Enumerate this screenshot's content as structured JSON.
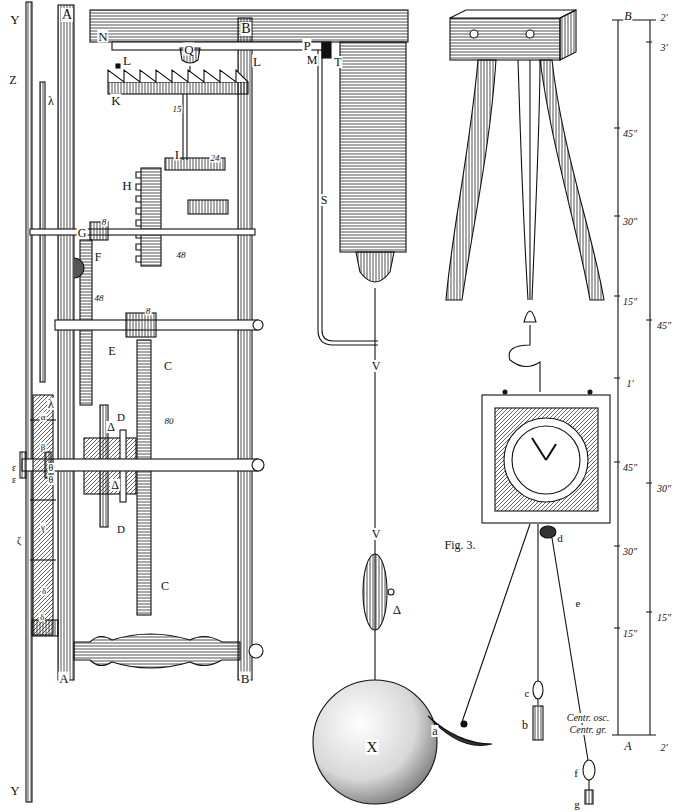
{
  "diagram": {
    "labels": [
      "A",
      "B",
      "N",
      "Q",
      "P",
      "L",
      "L",
      "M",
      "T",
      "K",
      "15",
      "I",
      "24",
      "H",
      "48",
      "G",
      "8",
      "F",
      "48",
      "E",
      "8",
      "C",
      "80",
      "D",
      "Δ",
      "Δ",
      "D",
      "C",
      "S",
      "V",
      "V",
      "Δ",
      "X",
      "Y",
      "Z",
      "λ",
      "λ",
      "Y",
      "A",
      "B",
      "ε",
      "θ",
      "ε",
      "θ",
      "α",
      "β",
      "γ",
      "ζ",
      "δ",
      "δ",
      "Fig. 3.",
      "a",
      "b",
      "c",
      "d",
      "e",
      "f",
      "g",
      "B",
      "2′",
      "3′",
      "45″",
      "30″",
      "15″",
      "45″",
      "1′",
      "45″",
      "30″",
      "30″",
      "15″",
      "15″",
      "Centr. osc.",
      "Centr. gr.",
      "A",
      "2′"
    ]
  }
}
